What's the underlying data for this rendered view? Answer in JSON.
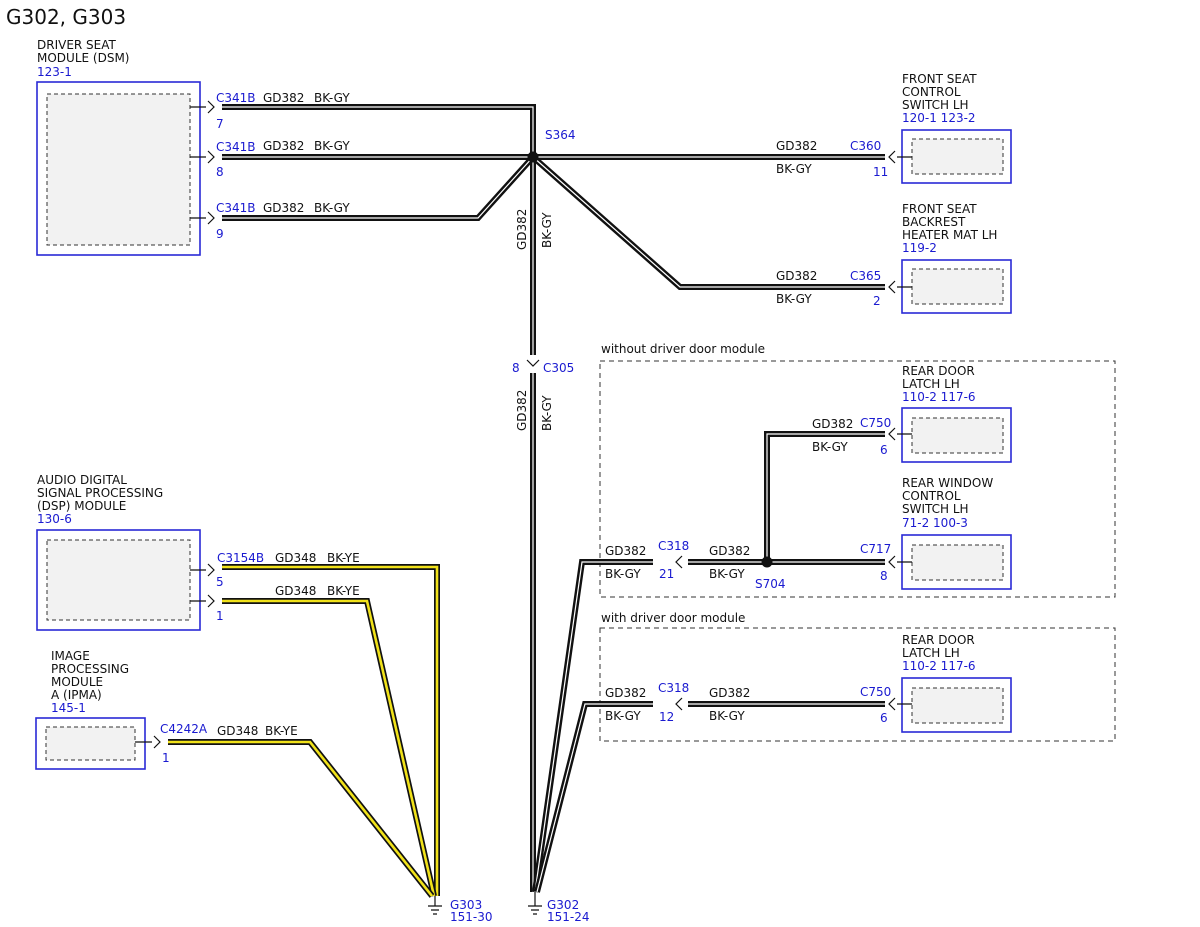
{
  "title": "G302, G303",
  "modules": {
    "dsm": {
      "name": [
        "DRIVER SEAT",
        "MODULE (DSM)"
      ],
      "ref": "123-1"
    },
    "fscs": {
      "name": [
        "FRONT SEAT",
        "CONTROL",
        "SWITCH LH"
      ],
      "ref": "120-1 123-2"
    },
    "fsbh": {
      "name": [
        "FRONT SEAT",
        "BACKREST",
        "HEATER MAT LH"
      ],
      "ref": "119-2"
    },
    "rdl1": {
      "name": [
        "REAR DOOR",
        "LATCH LH"
      ],
      "ref": "110-2 117-6"
    },
    "rwcs": {
      "name": [
        "REAR WINDOW",
        "CONTROL",
        "SWITCH LH"
      ],
      "ref": "71-2  100-3"
    },
    "rdl2": {
      "name": [
        "REAR DOOR",
        "LATCH LH"
      ],
      "ref": "110-2 117-6"
    },
    "dsp": {
      "name": [
        "AUDIO DIGITAL",
        "SIGNAL PROCESSING",
        "(DSP) MODULE"
      ],
      "ref": "130-6"
    },
    "ipma": {
      "name": [
        "IMAGE",
        "PROCESSING",
        "MODULE",
        "A (IPMA)"
      ],
      "ref": "145-1"
    }
  },
  "groups": {
    "without": "without driver door module",
    "with": "with driver door module"
  },
  "connectors": {
    "c341b": "C341B",
    "c360": "C360",
    "c365": "C365",
    "c305": "C305",
    "c750": "C750",
    "c717": "C717",
    "c318": "C318",
    "c3154b": "C3154B",
    "c4242a": "C4242A"
  },
  "pins": {
    "p7": "7",
    "p8": "8",
    "p9": "9",
    "p11": "11",
    "p2": "2",
    "c305pin": "8",
    "p6": "6",
    "p21": "21",
    "p12": "12",
    "p5": "5",
    "p1": "1"
  },
  "circuits": {
    "gd382": "GD382",
    "bkgy": "BK-GY",
    "gd348": "GD348",
    "bkye": "BK-YE"
  },
  "splices": {
    "s364": "S364",
    "s704": "S704"
  },
  "grounds": {
    "g303": {
      "label": "G303",
      "ref": "151-30"
    },
    "g302": {
      "label": "G302",
      "ref": "151-24"
    }
  }
}
